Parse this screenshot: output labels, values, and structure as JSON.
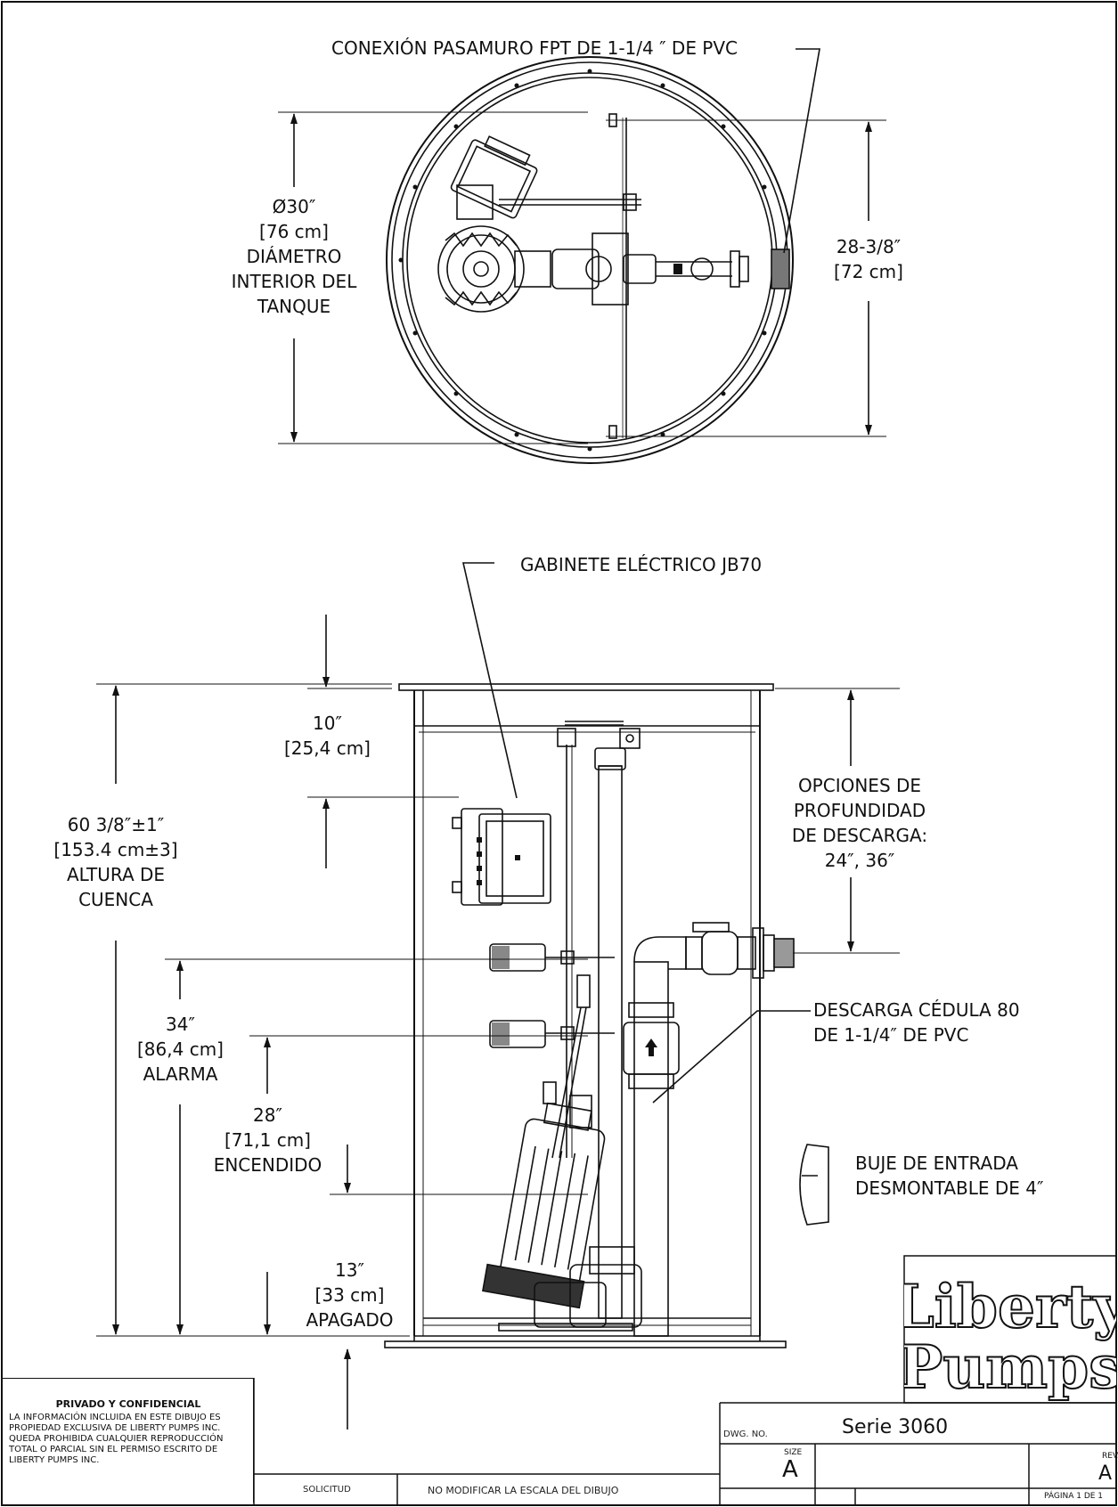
{
  "labels": {
    "top_connection": "CONEXIÓN PASAMURO FPT DE 1-1/4 ″ DE PVC",
    "diameter": [
      "Ø30″",
      "[76 cm]",
      "DIÁMETRO",
      "INTERIOR DEL",
      "TANQUE"
    ],
    "inner_height": [
      "28-3/8″",
      "[72 cm]"
    ],
    "cabinet": "GABINETE ELÉCTRICO JB70",
    "cabinet_depth": [
      "10″",
      "[25,4 cm]"
    ],
    "basin_height": [
      "60 3/8″±1″",
      "[153.4 cm±3]",
      "ALTURA DE",
      "CUENCA"
    ],
    "discharge_depth": [
      "OPCIONES DE",
      "PROFUNDIDAD",
      "DE DESCARGA:",
      "24″, 36″"
    ],
    "alarm": [
      "34″",
      "[86,4 cm]",
      "ALARMA"
    ],
    "discharge_pipe": [
      "DESCARGA CÉDULA 80",
      "DE 1-1/4″ DE PVC"
    ],
    "on_level": [
      "28″",
      "[71,1 cm]",
      "ENCENDIDO"
    ],
    "inlet_hub": [
      "BUJE DE ENTRADA",
      "DESMONTABLE DE 4″"
    ],
    "off_level": [
      "13″",
      "[33 cm]",
      "APAGADO"
    ]
  },
  "logo": {
    "line1": "Liberty",
    "line2": "Pumps"
  },
  "confidential": {
    "title": "PRIVADO Y CONFIDENCIAL",
    "body": "LA INFORMACIÓN INCLUIDA EN ESTE DIBUJO ES PROPIEDAD EXCLUSIVA DE LIBERTY PUMPS INC. QUEDA PROHIBIDA CUALQUIER REPRODUCCIÓN TOTAL O PARCIAL SIN EL PERMISO ESCRITO DE LIBERTY PUMPS INC."
  },
  "title_block": {
    "solicitud": "SOLICITUD",
    "no_scale": "NO MODIFICAR LA ESCALA DEL DIBUJO",
    "dwg_no_label": "DWG. NO.",
    "dwg_no": "Serie 3060",
    "size_label": "SIZE",
    "size": "A",
    "rev_label": "REV.",
    "rev": "A",
    "page": "PÁGINA 1 DE 1"
  }
}
